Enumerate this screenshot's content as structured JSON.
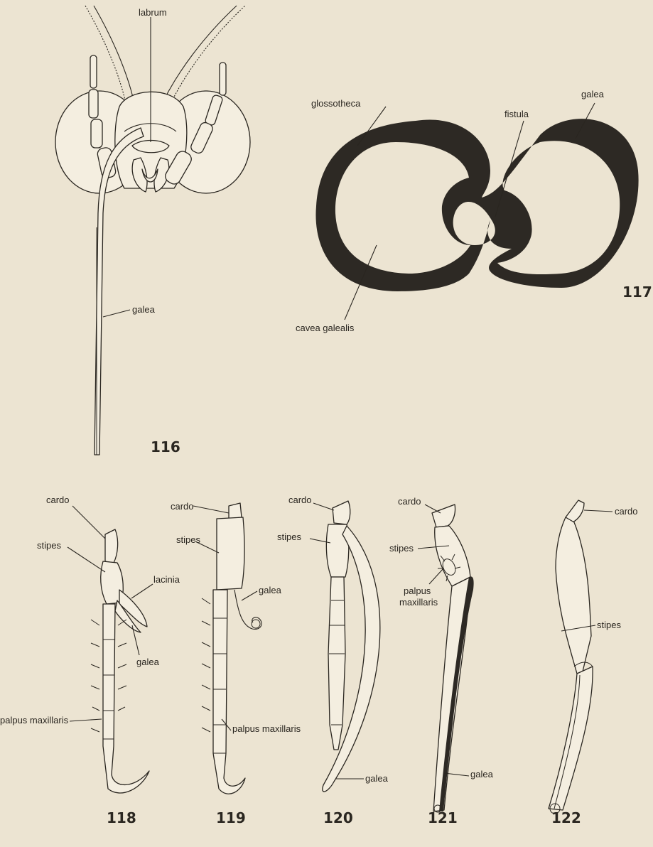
{
  "figures": {
    "fig116": {
      "number": "116",
      "labels": {
        "labrum": "labrum",
        "galea": "galea"
      }
    },
    "fig117": {
      "number": "117",
      "labels": {
        "glossotheca": "glossotheca",
        "fistula": "fistula",
        "galea": "galea",
        "cavea_galealis": "cavea galealis"
      }
    },
    "fig118": {
      "number": "118",
      "labels": {
        "cardo": "cardo",
        "stipes": "stipes",
        "lacinia": "lacinia",
        "galea": "galea",
        "palpus_maxillaris": "palpus maxillaris"
      }
    },
    "fig119": {
      "number": "119",
      "labels": {
        "cardo": "cardo",
        "stipes": "stipes",
        "galea": "galea",
        "palpus_maxillaris": "palpus maxillaris"
      }
    },
    "fig120": {
      "number": "120",
      "labels": {
        "cardo": "cardo",
        "stipes": "stipes",
        "galea": "galea"
      }
    },
    "fig121": {
      "number": "121",
      "labels": {
        "cardo": "cardo",
        "stipes": "stipes",
        "palpus_line1": "palpus",
        "palpus_line2": "maxillaris",
        "galea": "galea"
      }
    },
    "fig122": {
      "number": "122",
      "labels": {
        "cardo": "cardo",
        "stipes": "stipes"
      }
    }
  },
  "colors": {
    "paper": "#ece4d2",
    "ink": "#2a2620"
  }
}
